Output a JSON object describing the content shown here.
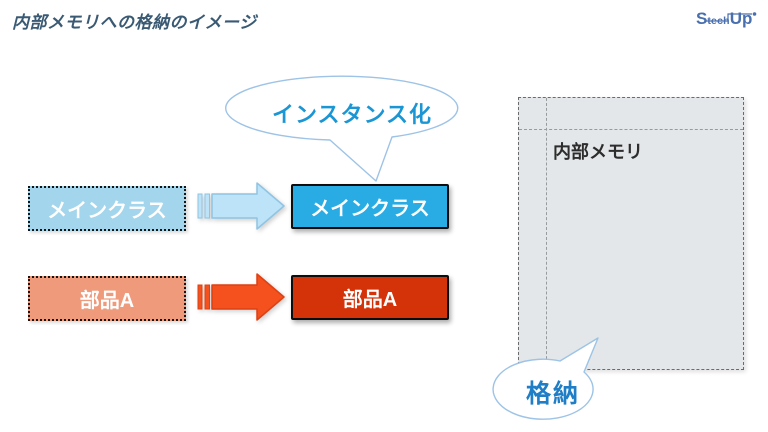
{
  "header": {
    "title": "内部メモリへの格納のイメージ",
    "title_color": "#3a5a74"
  },
  "logo": {
    "s": "S",
    "tech": "tech",
    "up": "Up",
    "color": "#4a6fae"
  },
  "callouts": {
    "outline_color": "#9dc3e6",
    "fill_color": "#ffffff",
    "instantiate": {
      "label": "インスタンス化",
      "text_color": "#1b96d4"
    },
    "store": {
      "label": "格納",
      "text_color": "#1f7ec6"
    }
  },
  "memory": {
    "label": "内部メモリ",
    "label_color": "#2d2d2d",
    "fill": "#e4e7e9",
    "border_color": "#6b6b6b"
  },
  "rows": [
    {
      "id": "main-class",
      "source_label": "メインクラス",
      "target_label": "メインクラス",
      "source_fill": "#a3d5ec",
      "target_fill": "#29ace4",
      "arrow_fill": "#bce3f7",
      "arrow_stroke": "#8fc4e2"
    },
    {
      "id": "part-a",
      "source_label": "部品A",
      "target_label": "部品A",
      "source_fill": "#ee9a7b",
      "target_fill": "#d43208",
      "arrow_fill": "#f4511e",
      "arrow_stroke": "#dd4114"
    }
  ]
}
